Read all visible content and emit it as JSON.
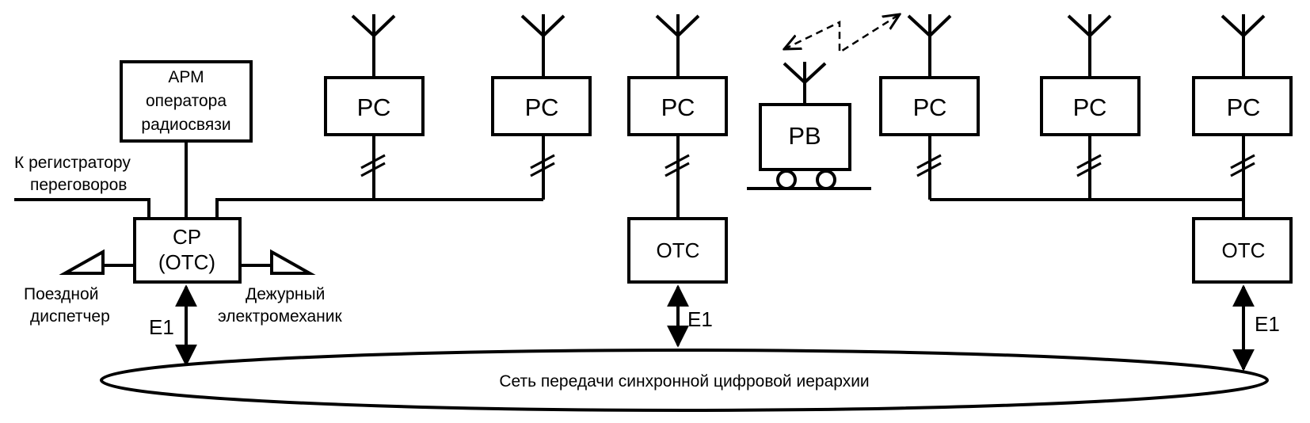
{
  "labels": {
    "arm_line1": "АРМ",
    "arm_line2": "оператора",
    "arm_line3": "радиосвязи",
    "recorder_line1": "К регистратору",
    "recorder_line2": "переговоров",
    "sr_line1": "СР",
    "sr_line2": "(ОТС)",
    "dispatcher_line1": "Поездной",
    "dispatcher_line2": "диспетчер",
    "electromechanic_line1": "Дежурный",
    "electromechanic_line2": "электромеханик",
    "rs": "РС",
    "rv": "РВ",
    "ots": "ОТС",
    "e1": "Е1",
    "network": "Сеть передачи синхронной цифровой иерархии"
  }
}
